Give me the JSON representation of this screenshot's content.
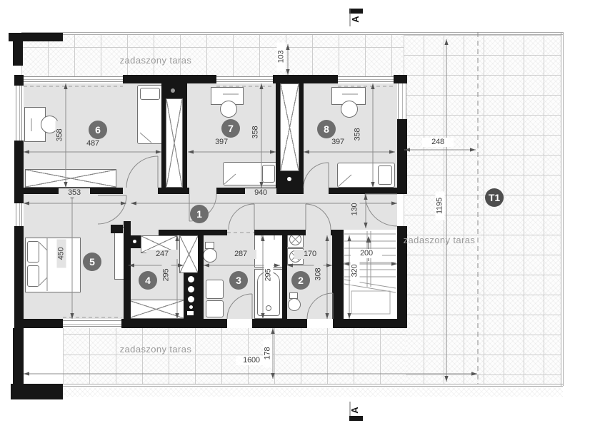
{
  "plan_type": "floor-plan",
  "section": {
    "letter": "A"
  },
  "terraces": {
    "top_label": "zadaszony taras",
    "bottom_label": "zadaszony taras",
    "right_label": "zadaszony taras",
    "tag": "T1"
  },
  "rooms": {
    "r1": "1",
    "r2": "2",
    "r3": "3",
    "r4": "4",
    "r5": "5",
    "r6": "6",
    "r7": "7",
    "r8": "8"
  },
  "dims": {
    "room6_width": "487",
    "room6_depth": "358",
    "room5_top_width": "353",
    "room7_width": "397",
    "room7_depth": "358",
    "room8_width": "397",
    "room8_depth": "358",
    "terrace_top_depth": "103",
    "hall_width": "940",
    "hall_door": "130",
    "room5_depth": "450",
    "room4_width": "247",
    "room4_depth": "295",
    "room3_width": "287",
    "room3_tub": "295",
    "room2_width": "170",
    "room2_depth": "308",
    "stairs_width": "200",
    "stairs_depth": "320",
    "terrace_right_width": "248",
    "terrace_right_depth": "1195",
    "terrace_bottom_width": "1600",
    "terrace_bottom_depth": "178"
  },
  "colors": {
    "wall": "#161616",
    "floor": "#e3e3e3",
    "badge": "#6d6d6d",
    "terrace_grid": "#cdcdcd"
  }
}
